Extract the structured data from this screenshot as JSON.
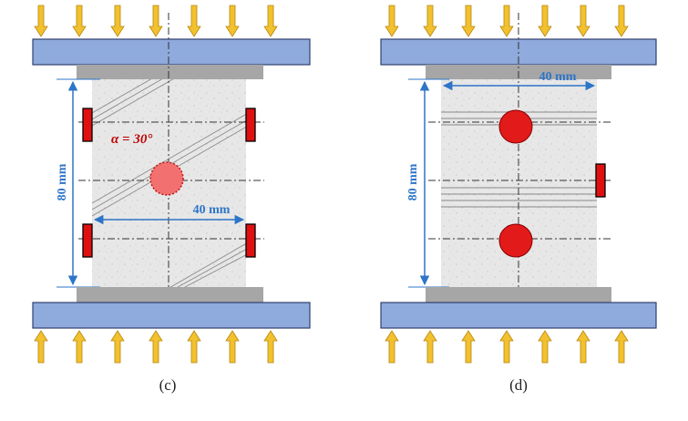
{
  "panels": [
    {
      "id": "c",
      "caption": "(c)",
      "height_label": "80 mm",
      "width_label": "40 mm",
      "angle_label": "α = 30°"
    },
    {
      "id": "d",
      "caption": "(d)",
      "height_label": "80 mm",
      "width_label": "40 mm"
    }
  ],
  "colors": {
    "platen_fill": "#8faadc",
    "platen_stroke": "#2f3f6e",
    "spacer": "#a6a6a6",
    "specimen": "#e6e6e6",
    "arrow_fill": "#f2c12e",
    "arrow_stroke": "#b8860b",
    "gauge_red": "#e01010",
    "hole_red": "#e21a1a",
    "hole_fade": "#f27070",
    "dimension_blue": "#2e75c8",
    "label_red": "#c00000"
  }
}
